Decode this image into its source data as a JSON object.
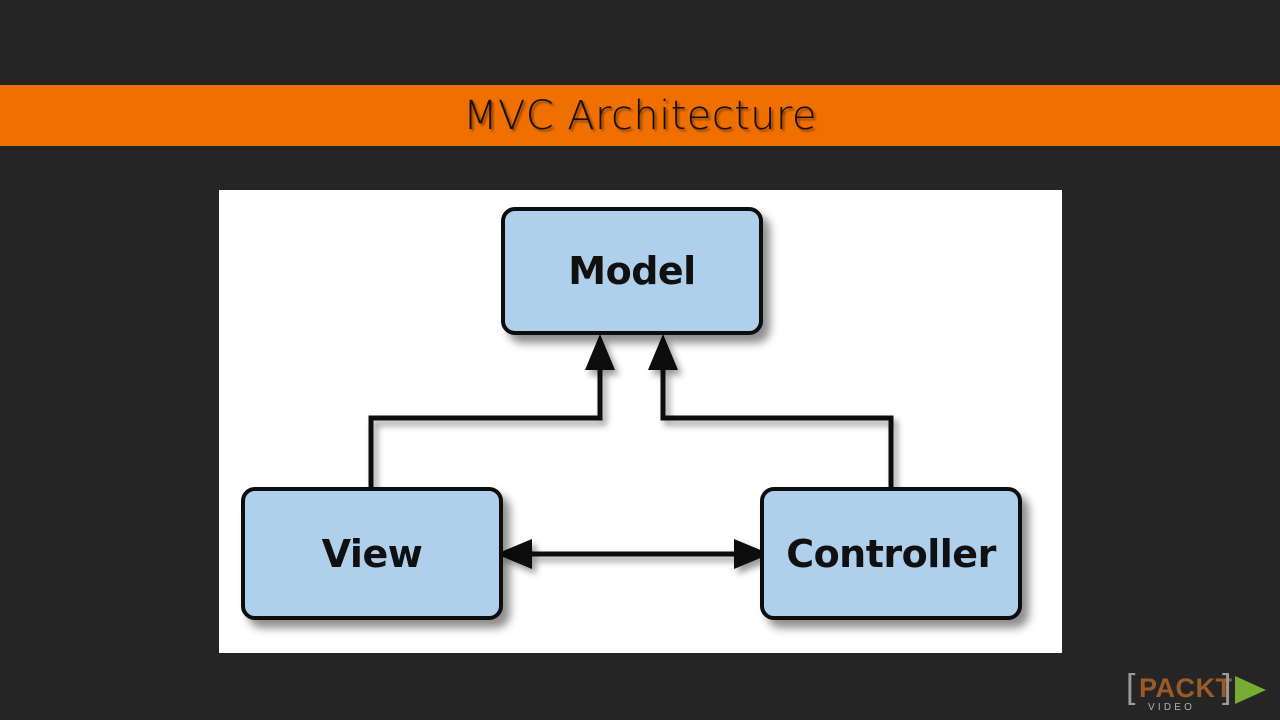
{
  "slide": {
    "background_color": "#252525",
    "title_bar": {
      "background_color": "#ef7000",
      "title": "MVC Architecture"
    },
    "panel": {
      "background_color": "#ffffff"
    }
  },
  "diagram": {
    "type": "flow-diagram",
    "node_fill_color": "#aed0ec",
    "node_border_color": "#0d0d0d",
    "nodes": [
      {
        "id": "model",
        "label": "Model"
      },
      {
        "id": "view",
        "label": "View"
      },
      {
        "id": "controller",
        "label": "Controller"
      }
    ],
    "connections": [
      {
        "from": "view",
        "to": "model",
        "style": "elbow",
        "arrowheads": "end"
      },
      {
        "from": "controller",
        "to": "model",
        "style": "elbow",
        "arrowheads": "end"
      },
      {
        "from": "view",
        "to": "controller",
        "style": "straight",
        "arrowheads": "both"
      }
    ]
  },
  "branding": {
    "bracket_left": "[",
    "name": "PACKT",
    "bracket_right": "]",
    "subtitle": "V I D E O",
    "name_color": "#9a5b28",
    "bracket_color": "#9a9a9a",
    "subtitle_color": "#b0b0b0",
    "play_color": "#74ad32"
  }
}
